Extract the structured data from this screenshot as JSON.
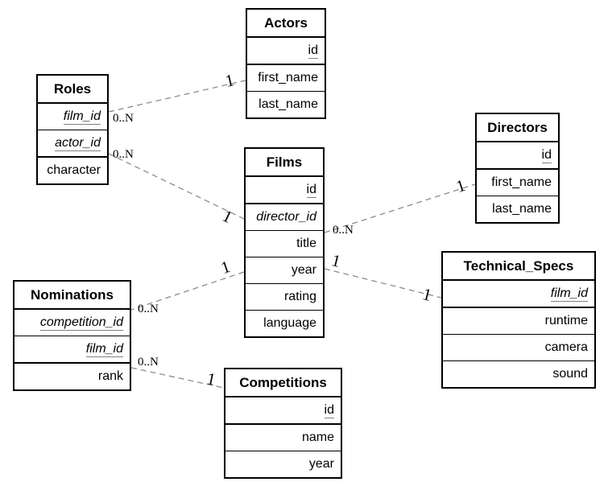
{
  "colors": {
    "background": "#ffffff",
    "entity_border": "#000000",
    "entity_fill": "#ffffff",
    "relationship_line": "#8c8c8c",
    "text": "#000000"
  },
  "entities": {
    "actors": {
      "title": "Actors",
      "fields": [
        {
          "name": "id",
          "key": "primary"
        },
        {
          "name": "first_name",
          "key": "none"
        },
        {
          "name": "last_name",
          "key": "none"
        }
      ]
    },
    "roles": {
      "title": "Roles",
      "fields": [
        {
          "name": "film_id",
          "key": "primary-foreign"
        },
        {
          "name": "actor_id",
          "key": "primary-foreign"
        },
        {
          "name": "character",
          "key": "none"
        }
      ]
    },
    "films": {
      "title": "Films",
      "fields": [
        {
          "name": "id",
          "key": "primary"
        },
        {
          "name": "director_id",
          "key": "foreign"
        },
        {
          "name": "title",
          "key": "none"
        },
        {
          "name": "year",
          "key": "none"
        },
        {
          "name": "rating",
          "key": "none"
        },
        {
          "name": "language",
          "key": "none"
        }
      ]
    },
    "directors": {
      "title": "Directors",
      "fields": [
        {
          "name": "id",
          "key": "primary"
        },
        {
          "name": "first_name",
          "key": "none"
        },
        {
          "name": "last_name",
          "key": "none"
        }
      ]
    },
    "nominations": {
      "title": "Nominations",
      "fields": [
        {
          "name": "competition_id",
          "key": "primary-foreign"
        },
        {
          "name": "film_id",
          "key": "primary-foreign"
        },
        {
          "name": "rank",
          "key": "none"
        }
      ]
    },
    "technical_specs": {
      "title": "Technical_Specs",
      "fields": [
        {
          "name": "film_id",
          "key": "primary-foreign"
        },
        {
          "name": "runtime",
          "key": "none"
        },
        {
          "name": "camera",
          "key": "none"
        },
        {
          "name": "sound",
          "key": "none"
        }
      ]
    },
    "competitions": {
      "title": "Competitions",
      "fields": [
        {
          "name": "id",
          "key": "primary"
        },
        {
          "name": "name",
          "key": "none"
        },
        {
          "name": "year",
          "key": "none"
        }
      ]
    }
  },
  "relationships": [
    {
      "from": "Roles",
      "to": "Actors",
      "from_cardinality": "0..N",
      "to_cardinality": "1"
    },
    {
      "from": "Roles",
      "to": "Films",
      "from_cardinality": "0..N",
      "to_cardinality": "1"
    },
    {
      "from": "Films",
      "to": "Directors",
      "from_cardinality": "0..N",
      "to_cardinality": "1"
    },
    {
      "from": "Nominations",
      "to": "Films",
      "from_cardinality": "0..N",
      "to_cardinality": "1"
    },
    {
      "from": "Films",
      "to": "Technical_Specs",
      "from_cardinality": "1",
      "to_cardinality": "1"
    },
    {
      "from": "Nominations",
      "to": "Competitions",
      "from_cardinality": "0..N",
      "to_cardinality": "1"
    }
  ]
}
